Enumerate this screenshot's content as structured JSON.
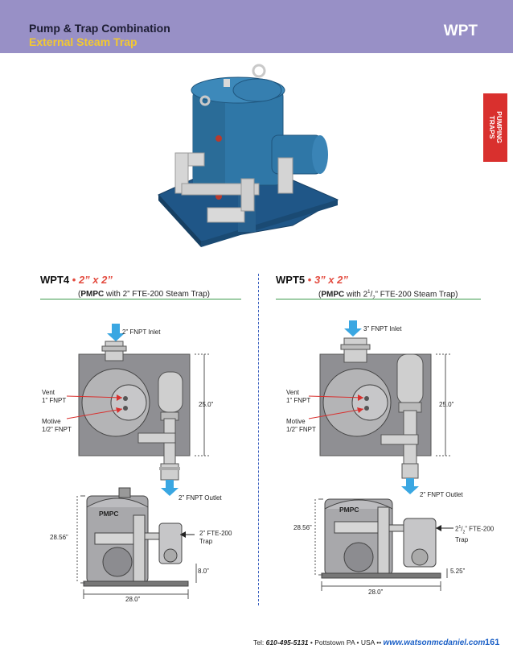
{
  "header": {
    "title": "Pump & Trap Combination",
    "subtitle": "External Steam Trap",
    "code": "WPT"
  },
  "side_tab": {
    "label_line1": "PUMPING",
    "label_line2": "TRAPS"
  },
  "left_model": {
    "name": "WPT4",
    "bullet": "•",
    "size": "2” x 2”",
    "desc_pre": "(",
    "desc_bold": "PMPC",
    "desc_post": " with 2” FTE-200 Steam Trap)",
    "inlet": "2” FNPT Inlet",
    "vent": "Vent",
    "vent_size": "1” FNPT",
    "motive": "Motive",
    "motive_size": "1/2” FNPT",
    "dim_height_top": "25.0”",
    "outlet": "2” FNPT Outlet",
    "pmpc_label": "PMPC",
    "dim_height_side": "28.56”",
    "trap": "2” FTE-200",
    "trap_word": "Trap",
    "dim_trap": "8.0”",
    "dim_width": "28.0”"
  },
  "right_model": {
    "name": "WPT5",
    "bullet": "•",
    "size": "3” x 2”",
    "desc_pre": "(",
    "desc_bold": "PMPC",
    "desc_post": " with 2",
    "desc_frac_num": "1",
    "desc_frac_den": "2",
    "desc_tail": "” FTE-200 Steam Trap)",
    "inlet": "3” FNPT Inlet",
    "vent": "Vent",
    "vent_size": "1” FNPT",
    "motive": "Motive",
    "motive_size": "1/2” FNPT",
    "dim_height_top": "25.0”",
    "outlet": "2” FNPT Outlet",
    "pmpc_label": "PMPC",
    "dim_height_side": "28.56”",
    "trap_pre": "2",
    "trap_num": "1",
    "trap_den": "2",
    "trap_post": "” FTE-200",
    "trap_word": "Trap",
    "dim_trap": "5.25”",
    "dim_width": "28.0”"
  },
  "footer": {
    "tel_prefix": "Tel: ",
    "tel": "610-495-5131",
    "address": " • Pottstown PA • USA •• ",
    "url": "www.watsonmcdaniel.com",
    "page": "161"
  },
  "colors": {
    "header_bg": "#9890c6",
    "subtitle": "#f2c832",
    "accent_red": "#e34b3f",
    "tab_red": "#d9302e",
    "rule_green": "#3d9b4e",
    "link_blue": "#1a5fc6",
    "arrow_blue": "#3aa7e2",
    "product_blue": "#2d6e9c"
  }
}
